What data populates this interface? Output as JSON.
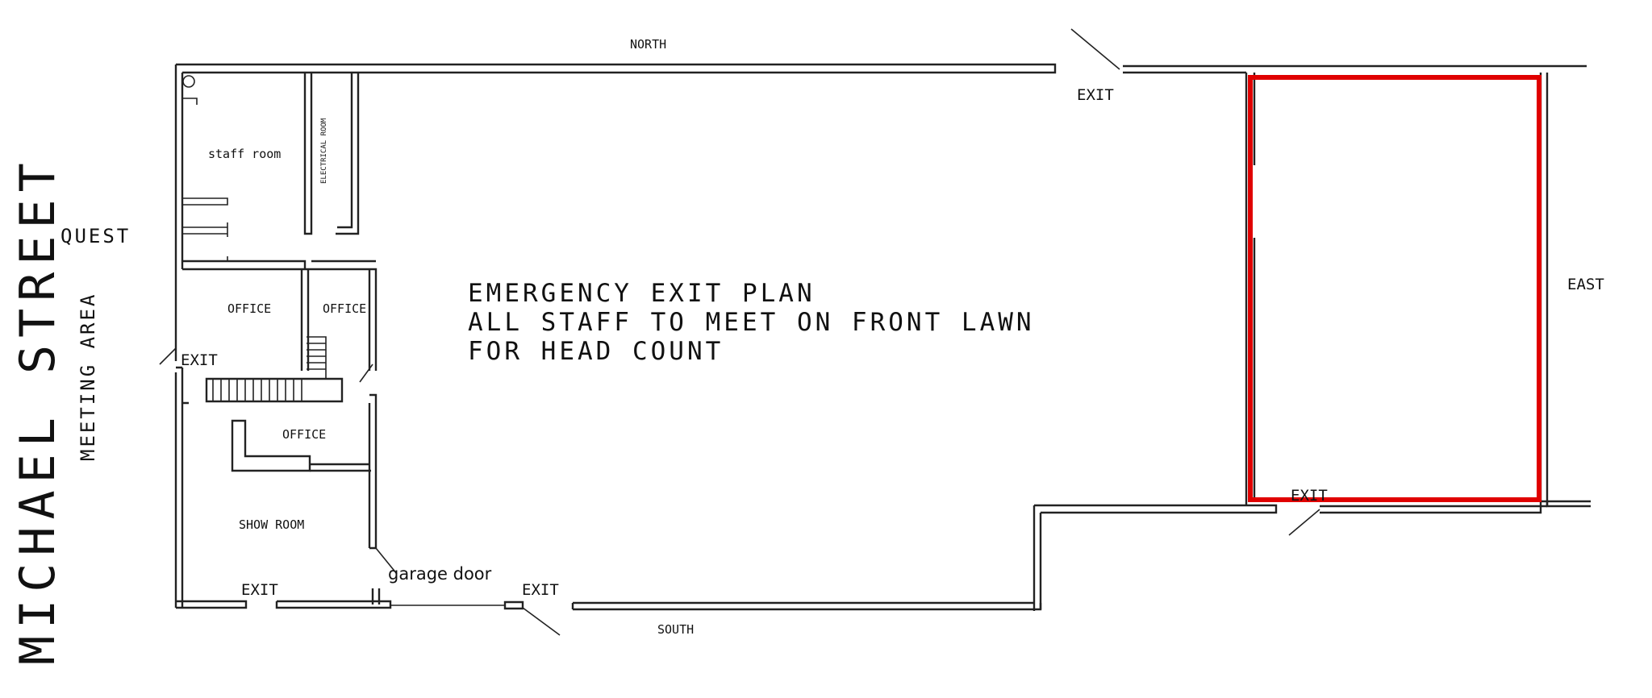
{
  "diagram": {
    "compass": {
      "north": "NORTH",
      "south": "SOUTH",
      "east": "EAST",
      "west": "QUEST"
    },
    "street": "MICHAEL STREET",
    "meeting_area": "MEETING AREA",
    "plan_text": {
      "line1": "EMERGENCY EXIT PLAN",
      "line2": "ALL STAFF TO MEET ON FRONT LAWN",
      "line3": "FOR HEAD COUNT"
    },
    "rooms": {
      "staff_room": "staff room",
      "electrical_room": "ELECTRICAL ROOM",
      "office_left": "OFFICE",
      "office_right": "OFFICE",
      "office_lower": "OFFICE",
      "show_room": "SHOW ROOM",
      "garage_door": "garage door"
    },
    "exits": {
      "north_exit": "EXIT",
      "west_exit": "EXIT",
      "south_left_exit": "EXIT",
      "south_mid_exit": "EXIT",
      "east_bottom_exit": "EXIT"
    },
    "highlight_color": "#e00000"
  }
}
